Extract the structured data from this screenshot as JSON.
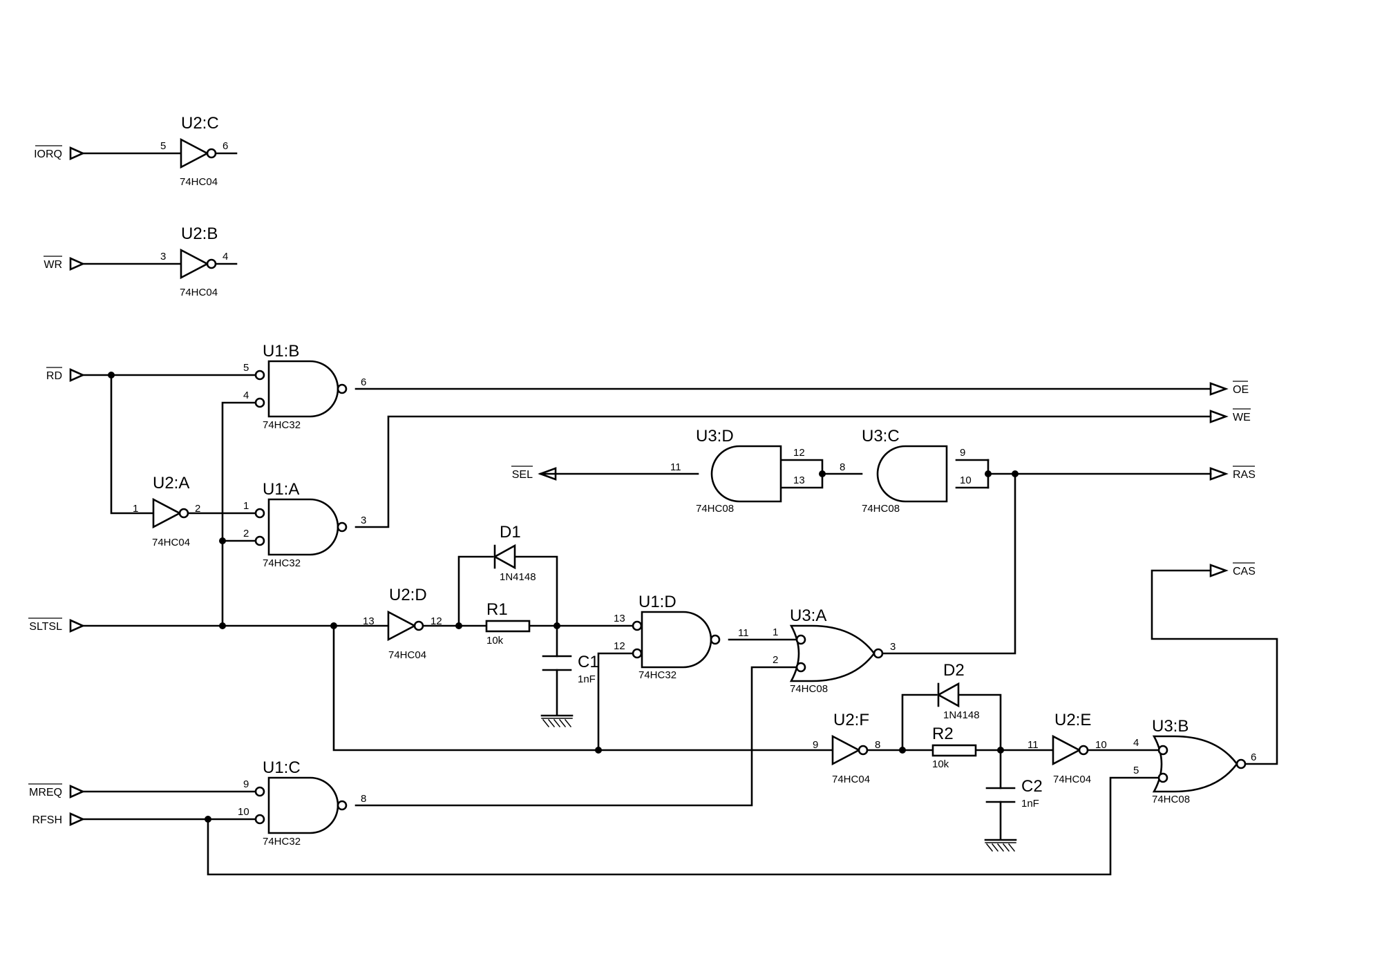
{
  "diagram": {
    "components": {
      "U2C": {
        "ref": "U2:C",
        "part": "74HC04",
        "pin_in": "5",
        "pin_out": "6"
      },
      "U2B": {
        "ref": "U2:B",
        "part": "74HC04",
        "pin_in": "3",
        "pin_out": "4"
      },
      "U2A": {
        "ref": "U2:A",
        "part": "74HC04",
        "pin_in": "1",
        "pin_out": "2"
      },
      "U2D": {
        "ref": "U2:D",
        "part": "74HC04",
        "pin_in": "13",
        "pin_out": "12"
      },
      "U2F": {
        "ref": "U2:F",
        "part": "74HC04",
        "pin_in": "9",
        "pin_out": "8"
      },
      "U2E": {
        "ref": "U2:E",
        "part": "74HC04",
        "pin_in": "11",
        "pin_out": "10"
      },
      "U1B": {
        "ref": "U1:B",
        "part": "74HC32",
        "pin_a": "5",
        "pin_b": "4",
        "pin_out": "6"
      },
      "U1A": {
        "ref": "U1:A",
        "part": "74HC32",
        "pin_a": "1",
        "pin_b": "2",
        "pin_out": "3"
      },
      "U1D": {
        "ref": "U1:D",
        "part": "74HC32",
        "pin_a": "13",
        "pin_b": "12",
        "pin_out": "11"
      },
      "U1C": {
        "ref": "U1:C",
        "part": "74HC32",
        "pin_a": "9",
        "pin_b": "10",
        "pin_out": "8"
      },
      "U3D": {
        "ref": "U3:D",
        "part": "74HC08",
        "pin_a": "12",
        "pin_b": "13",
        "pin_out": "11"
      },
      "U3C": {
        "ref": "U3:C",
        "part": "74HC08",
        "pin_a": "9",
        "pin_b": "10",
        "pin_out": "8"
      },
      "U3A": {
        "ref": "U3:A",
        "part": "74HC08",
        "pin_a": "1",
        "pin_b": "2",
        "pin_out": "3"
      },
      "U3B": {
        "ref": "U3:B",
        "part": "74HC08",
        "pin_a": "4",
        "pin_b": "5",
        "pin_out": "6"
      },
      "D1": {
        "ref": "D1",
        "part": "1N4148"
      },
      "D2": {
        "ref": "D2",
        "part": "1N4148"
      },
      "R1": {
        "ref": "R1",
        "value": "10k"
      },
      "R2": {
        "ref": "R2",
        "value": "10k"
      },
      "C1": {
        "ref": "C1",
        "value": "1nF"
      },
      "C2": {
        "ref": "C2",
        "value": "1nF"
      }
    },
    "ports": {
      "IORQ": "IORQ",
      "WR": "WR",
      "RD": "RD",
      "SLTSL": "SLTSL",
      "MREQ": "MREQ",
      "RFSH": "RFSH",
      "OE": "OE",
      "WE": "WE",
      "SEL": "SEL",
      "RAS": "RAS",
      "CAS": "CAS"
    }
  }
}
